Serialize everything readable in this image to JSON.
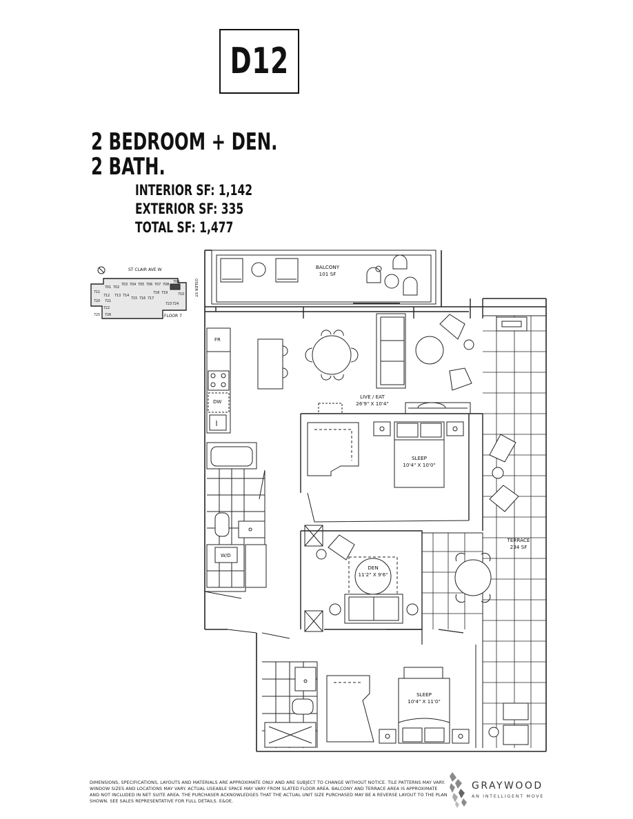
{
  "unit": {
    "code": "D12"
  },
  "heading": {
    "line1": "2 BEDROOM + DEN.",
    "line2": "2 BATH."
  },
  "stats": {
    "interior": "INTERIOR SF: 1,142",
    "exterior": "EXTERIOR SF: 335",
    "total": "TOTAL SF: 1,477"
  },
  "keyplan": {
    "street_top": "ST CLAIR AVE W",
    "street_side": "OSLER ST",
    "floor": "FLOOR 7",
    "units": [
      "701",
      "702",
      "703",
      "704",
      "705",
      "706",
      "707",
      "708",
      "709",
      "710",
      "711",
      "712",
      "713",
      "714",
      "715",
      "716",
      "717",
      "718",
      "719",
      "720",
      "721",
      "722",
      "723",
      "724",
      "725",
      "726"
    ]
  },
  "rooms": {
    "balcony": {
      "name": "BALCONY",
      "size": "101 SF"
    },
    "live_eat": {
      "name": "LIVE / EAT",
      "size": "26'9\" X 10'4\""
    },
    "sleep1": {
      "name": "SLEEP",
      "size": "10'4\" X 10'0\""
    },
    "den": {
      "name": "DEN",
      "size": "11'2\" X 9'6\""
    },
    "terrace": {
      "name": "TERRACE",
      "size": "234 SF"
    },
    "sleep2": {
      "name": "SLEEP",
      "size": "10'4\" X 11'0\""
    }
  },
  "appliances": {
    "fridge": "FR",
    "dishwasher": "DW",
    "washer_dryer": "W/D"
  },
  "disclaimer": "DIMENSIONS, SPECIFICATIONS, LAYOUTS AND MATERIALS ARE APPROXIMATE ONLY AND ARE SUBJECT TO CHANGE WITHOUT NOTICE. TILE PATTERNS MAY VARY. WINDOW SIZES AND LOCATIONS MAY VARY. ACTUAL USEABLE SPACE MAY VARY FROM SLATED FLOOR AREA. BALCONY AND TERRACE AREA IS APPROXIMATE AND NOT INCLUDED IN NET SUITE AREA. THE PURCHASER ACKNOWLEDGES THAT THE ACTUAL UNIT SIZE PURCHASED MAY BE A REVERSE LAYOUT TO THE PLAN SHOWN. SEE SALES REPRESENTATIVE FOR FULL DETAILS. E&OE.",
  "brand": {
    "name": "GRAYWOOD",
    "tagline": "AN INTELLIGENT MOVE"
  },
  "colors": {
    "ink": "#111111",
    "line": "#222222",
    "logo_gray": "#8a8a8a"
  }
}
